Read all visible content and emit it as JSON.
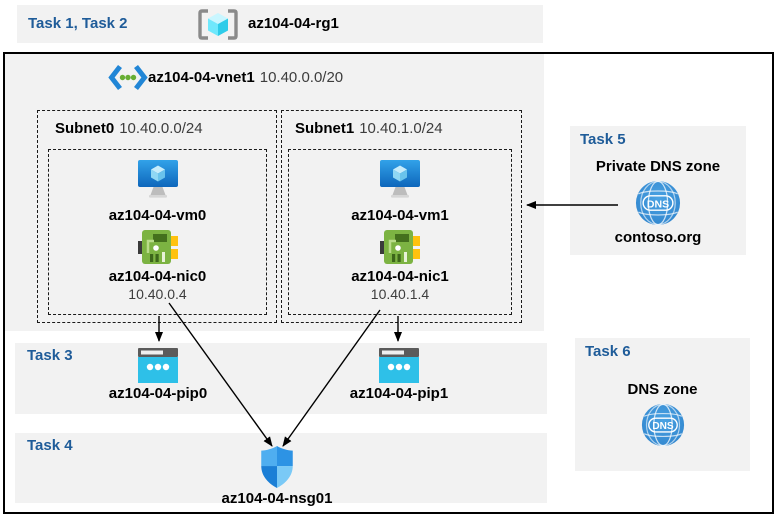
{
  "colors": {
    "accent_blue": "#1F5C99",
    "panel_gray": "#F2F2F2",
    "arrow_black": "#000000",
    "vm_blue": "#1585DB",
    "nic_green": "#7CB342",
    "pip_cyan": "#2EC0E8",
    "dns_blue": "#3193DE"
  },
  "header": {
    "tasks_label": "Task 1, Task 2",
    "resource_group": "az104-04-rg1"
  },
  "vnet": {
    "name": "az104-04-vnet1",
    "cidr": "10.40.0.0/20",
    "subnets": [
      {
        "name": "Subnet0",
        "cidr": "10.40.0.0/24",
        "vm": "az104-04-vm0",
        "nic": "az104-04-nic0",
        "ip": "10.40.0.4"
      },
      {
        "name": "Subnet1",
        "cidr": "10.40.1.0/24",
        "vm": "az104-04-vm1",
        "nic": "az104-04-nic1",
        "ip": "10.40.1.4"
      }
    ]
  },
  "task3": {
    "label": "Task 3",
    "pip0": "az104-04-pip0",
    "pip1": "az104-04-pip1"
  },
  "task4": {
    "label": "Task 4",
    "nsg": "az104-04-nsg01"
  },
  "task5": {
    "label": "Task 5",
    "title": "Private DNS zone",
    "zone": "contoso.org"
  },
  "task6": {
    "label": "Task 6",
    "title": "DNS zone"
  },
  "icons": {
    "dns_text": "DNS"
  },
  "connections": [
    {
      "from": "az104-04-nic0",
      "to": "az104-04-pip0"
    },
    {
      "from": "az104-04-nic0",
      "to": "az104-04-nsg01"
    },
    {
      "from": "az104-04-nic1",
      "to": "az104-04-pip1"
    },
    {
      "from": "az104-04-nic1",
      "to": "az104-04-nsg01"
    },
    {
      "from": "contoso.org",
      "to": "Subnet1"
    }
  ]
}
